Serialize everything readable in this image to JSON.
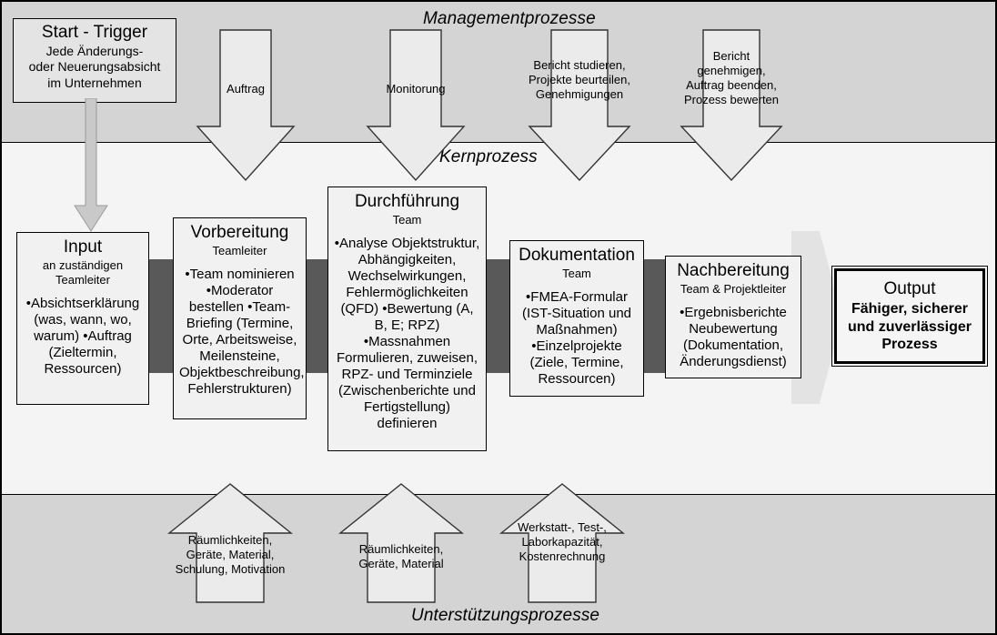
{
  "diagram": {
    "bands": {
      "management_label": "Managementprozesse",
      "core_label": "Kernprozess",
      "support_label": "Unterstützungsprozesse"
    },
    "start_trigger": {
      "title": "Start - Trigger",
      "line1": "Jede Änderungs-",
      "line2": "oder Neuerungsabsicht",
      "line3": "im Unternehmen"
    },
    "management_arrows": [
      {
        "name": "auftrag",
        "text": "Auftrag"
      },
      {
        "name": "monitoring",
        "text": "Monitorung"
      },
      {
        "name": "bericht-studieren",
        "text": "Bericht studieren, Projekte beurteilen, Genehmigungen"
      },
      {
        "name": "bericht-genehmigen",
        "text": "Bericht genehmigen, Auftrag beenden, Prozess bewerten"
      }
    ],
    "support_arrows": [
      {
        "name": "raeumlichkeiten-schulung",
        "text": "Räumlichkeiten, Geräte, Material, Schulung, Motivation"
      },
      {
        "name": "raeumlichkeiten-material",
        "text": "Räumlichkeiten, Geräte, Material"
      },
      {
        "name": "werkstatt-labor",
        "text": "Werkstatt-, Test-, Laborkapazität, Kostenrechnung"
      }
    ],
    "core_boxes": {
      "input": {
        "title": "Input",
        "subtitle": "an zuständigen Teamleiter",
        "body": "•Absichtserklärung (was, wann, wo, warum) •Auftrag (Zieltermin, Ressourcen)"
      },
      "vorbereitung": {
        "title": "Vorbereitung",
        "subtitle": "Teamleiter",
        "body": "•Team nominieren •Moderator bestellen •Team-Briefing (Termine, Orte, Arbeitsweise, Meilensteine, Objektbeschreibung, Fehlerstrukturen)"
      },
      "durchfuehrung": {
        "title": "Durchführung",
        "subtitle": "Team",
        "body": "•Analyse Objektstruktur, Abhängigkeiten, Wechselwirkungen, Fehlermöglichkeiten (QFD) •Bewertung (A, B, E; RPZ) •Massnahmen Formulieren, zuweisen, RPZ- und Terminziele (Zwischenberichte und Fertigstellung) definieren"
      },
      "dokumentation": {
        "title": "Dokumentation",
        "subtitle": "Team",
        "body": "•FMEA-Formular (IST-Situation und Maßnahmen) •Einzelprojekte (Ziele, Termine, Ressourcen)"
      },
      "nachbereitung": {
        "title": "Nachbereitung",
        "subtitle": "Team & Projektleiter",
        "body": "•Ergebnisberichte Neubewertung (Dokumentation, Änderungsdienst)"
      },
      "output": {
        "title": "Output",
        "body": "Fähiger, sicherer und zuverlässiger Prozess"
      }
    },
    "colors": {
      "band_shaded": "#d4d4d4",
      "band_light": "#f4f4f4",
      "backbone": "#595959",
      "box_fill": "#f1f1f1",
      "arrow_fill": "#ebebeb",
      "outline": "#000000"
    }
  }
}
